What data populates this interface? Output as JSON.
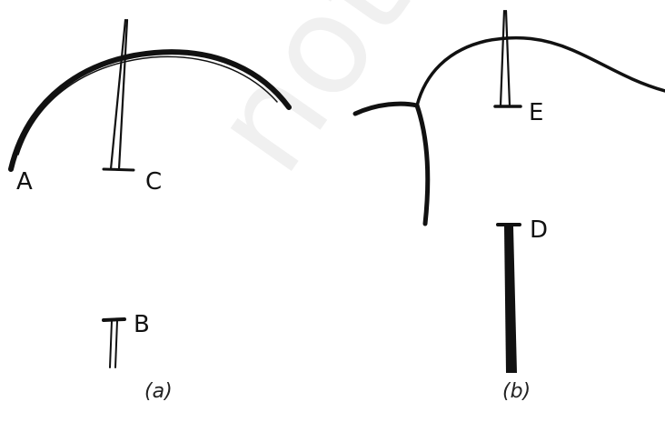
{
  "watermark": "not to be",
  "panel_a": {
    "caption": "(a)",
    "labels": {
      "A": "A",
      "B": "B",
      "C": "C"
    }
  },
  "panel_b": {
    "caption": "(b)",
    "labels": {
      "D": "D",
      "E": "E"
    }
  }
}
